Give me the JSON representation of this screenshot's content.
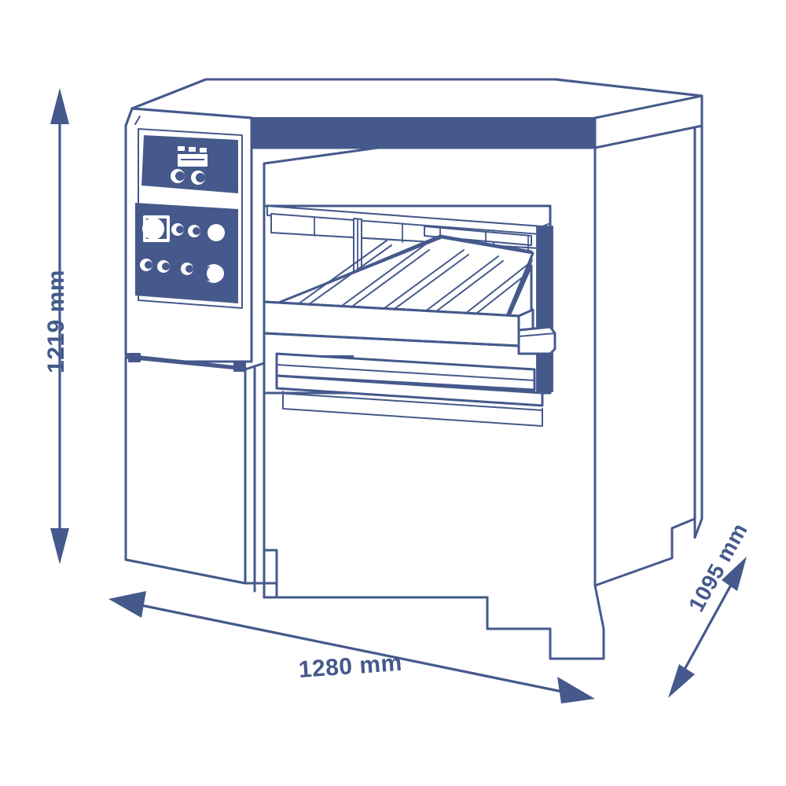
{
  "drawing": {
    "title": "Machine dimension drawing",
    "subject": "industrial thicknessing planer / press machine isometric outline",
    "colors": {
      "stroke": "#45598C",
      "fill_dark": "#45598C",
      "fill_light": "#FFFFFF",
      "background": "#FFFFFF"
    }
  },
  "dimensions": {
    "height": {
      "value": "1219 mm",
      "orientation": "vertical",
      "position": "left"
    },
    "width": {
      "value": "1280 mm",
      "orientation": "horizontal",
      "position": "bottom"
    },
    "depth": {
      "value": "1095 mm",
      "orientation": "diagonal",
      "position": "bottom-right"
    }
  },
  "machine": {
    "control_panel": {
      "display_panel": {
        "name": "upper display panel",
        "indicator_lights": 3,
        "display_window": 1,
        "knobs": 2
      },
      "button_panel": {
        "name": "lower control panel",
        "selector_dial": 1,
        "upper_row_knobs": 4,
        "lower_row_knobs": 4,
        "emergency_stop": 1
      }
    },
    "table": {
      "name": "feed table with slats",
      "slat_count": 6,
      "support_feet": 2
    },
    "column": {
      "name": "vertical adjustment column",
      "handle": "table height handle"
    },
    "cabinet": {
      "name": "machine base cabinet",
      "side_panel": "left side door panel"
    }
  }
}
